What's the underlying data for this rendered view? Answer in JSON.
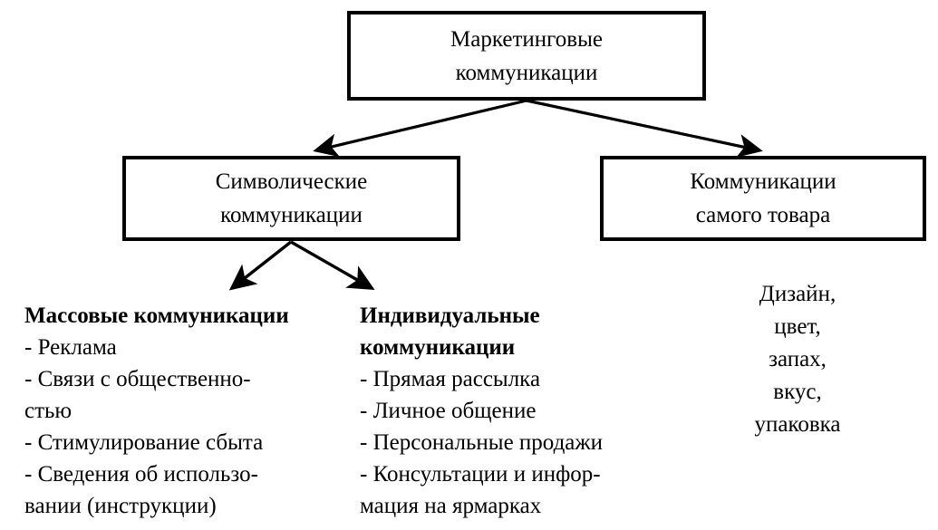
{
  "diagram": {
    "title_implicit": "Маркетинговые коммуникации",
    "nodes": {
      "root": {
        "line1": "Маркетинговые",
        "line2": "коммуникации"
      },
      "symbolic": {
        "line1": "Символические",
        "line2": "коммуникации"
      },
      "product": {
        "line1": "Коммуникации",
        "line2": "самого товара"
      }
    },
    "columns": {
      "mass": {
        "heading": "Массовые коммуникации",
        "lines": [
          "- Реклама",
          "- Связи с общественно-",
          "стью",
          "- Стимулирование сбыта",
          "- Сведения об использо-",
          "вании (инструкции)"
        ]
      },
      "individual": {
        "heading_line1": "Индивидуальные",
        "heading_line2": "коммуникации",
        "lines": [
          "- Прямая рассылка",
          "- Личное общение",
          "- Персональные продажи",
          "- Консультации и инфор-",
          "мация на ярмарках"
        ]
      },
      "product_attrs": {
        "lines": [
          "Дизайн,",
          "цвет,",
          "запах,",
          "вкус,",
          "упаковка"
        ]
      }
    },
    "colors": {
      "stroke": "#000000",
      "fill": "#ffffff",
      "text": "#000000"
    }
  }
}
